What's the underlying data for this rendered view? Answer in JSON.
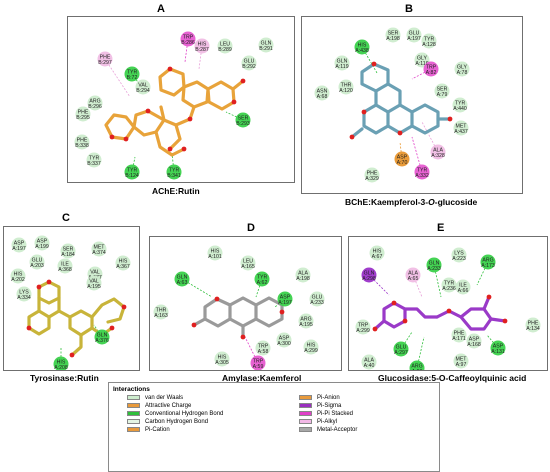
{
  "panels": [
    {
      "letter": "A",
      "caption": "AChE:Rutin"
    },
    {
      "letter": "B",
      "caption_main": "BChE:Kaempferol-3-",
      "caption_italic": "O",
      "caption_tail": "-glucoside"
    },
    {
      "letter": "C",
      "caption": "Tyrosinase:Rutin"
    },
    {
      "letter": "D",
      "caption": "Amylase:Kaemferol"
    },
    {
      "letter": "E",
      "caption": "Glucosidase:5-O-Caffeoylquinic acid"
    }
  ],
  "residues": {
    "A": [
      {
        "name": "TRP",
        "num": "B:286",
        "type": "pipi"
      },
      {
        "name": "HIS",
        "num": "B:287",
        "type": "pialkyl"
      },
      {
        "name": "LEU",
        "num": "B:289",
        "type": "vdw"
      },
      {
        "name": "GLN",
        "num": "B:291",
        "type": "vdw"
      },
      {
        "name": "GLU",
        "num": "B:292",
        "type": "vdw"
      },
      {
        "name": "PHE",
        "num": "B:297",
        "type": "pialkyl"
      },
      {
        "name": "TYR",
        "num": "B:72",
        "type": "hbond"
      },
      {
        "name": "VAL",
        "num": "B:294",
        "type": "vdw"
      },
      {
        "name": "ARG",
        "num": "B:296",
        "type": "vdw"
      },
      {
        "name": "PHE",
        "num": "B:295",
        "type": "vdw"
      },
      {
        "name": "SER",
        "num": "B:293",
        "type": "hbond"
      },
      {
        "name": "PHE",
        "num": "B:338",
        "type": "vdw"
      },
      {
        "name": "TYR",
        "num": "B:337",
        "type": "vdw"
      },
      {
        "name": "TYR",
        "num": "B:124",
        "type": "hbond"
      },
      {
        "name": "TYR",
        "num": "B:341",
        "type": "hbond"
      }
    ],
    "B": [
      {
        "name": "SER",
        "num": "A:198",
        "type": "vdw"
      },
      {
        "name": "GLU",
        "num": "A:197",
        "type": "vdw"
      },
      {
        "name": "TYR",
        "num": "A:128",
        "type": "vdw"
      },
      {
        "name": "HIS",
        "num": "A:438",
        "type": "hbond"
      },
      {
        "name": "GLY",
        "num": "A:116",
        "type": "vdw"
      },
      {
        "name": "TRP",
        "num": "A:82",
        "type": "pipi"
      },
      {
        "name": "GLY",
        "num": "A:78",
        "type": "vdw"
      },
      {
        "name": "GLN",
        "num": "A:119",
        "type": "vdw"
      },
      {
        "name": "THR",
        "num": "A:120",
        "type": "vdw"
      },
      {
        "name": "SER",
        "num": "A:79",
        "type": "vdw"
      },
      {
        "name": "ASN",
        "num": "A:68",
        "type": "vdw"
      },
      {
        "name": "TYR",
        "num": "A:440",
        "type": "vdw"
      },
      {
        "name": "MET",
        "num": "A:437",
        "type": "vdw"
      },
      {
        "name": "ALA",
        "num": "A:328",
        "type": "pialkyl"
      },
      {
        "name": "ASP",
        "num": "A:70",
        "type": "anion"
      },
      {
        "name": "TYR",
        "num": "A:332",
        "type": "pipi"
      },
      {
        "name": "PHE",
        "num": "A:329",
        "type": "vdw"
      }
    ],
    "C": [
      {
        "name": "ASP",
        "num": "A:197",
        "type": "vdw"
      },
      {
        "name": "ASP",
        "num": "A:199",
        "type": "vdw"
      },
      {
        "name": "SER",
        "num": "A:184",
        "type": "vdw"
      },
      {
        "name": "MET",
        "num": "A:374",
        "type": "vdw"
      },
      {
        "name": "GLU",
        "num": "A:203",
        "type": "vdw"
      },
      {
        "name": "ILE",
        "num": "A:368",
        "type": "vdw"
      },
      {
        "name": "HIS",
        "num": "A:367",
        "type": "vdw"
      },
      {
        "name": "HIS",
        "num": "A:202",
        "type": "vdw"
      },
      {
        "name": "VAL",
        "num": "A:377",
        "type": "vdw"
      },
      {
        "name": "VAL",
        "num": "A:195",
        "type": "vdw"
      },
      {
        "name": "LYS",
        "num": "A:334",
        "type": "vdw"
      },
      {
        "name": "GLN",
        "num": "A:376",
        "type": "hbond"
      },
      {
        "name": "HIS",
        "num": "A:208",
        "type": "hbond"
      }
    ],
    "D": [
      {
        "name": "HIS",
        "num": "A:101",
        "type": "vdw"
      },
      {
        "name": "LEU",
        "num": "A:165",
        "type": "vdw"
      },
      {
        "name": "GLN",
        "num": "A:63",
        "type": "hbond"
      },
      {
        "name": "TYR",
        "num": "A:62",
        "type": "hbond"
      },
      {
        "name": "ALA",
        "num": "A:198",
        "type": "vdw"
      },
      {
        "name": "ASP",
        "num": "A:197",
        "type": "hbond"
      },
      {
        "name": "GLU",
        "num": "A:233",
        "type": "vdw"
      },
      {
        "name": "THR",
        "num": "A:163",
        "type": "vdw"
      },
      {
        "name": "ARG",
        "num": "A:195",
        "type": "vdw"
      },
      {
        "name": "ASP",
        "num": "A:300",
        "type": "vdw"
      },
      {
        "name": "TRP",
        "num": "A:58",
        "type": "vdw"
      },
      {
        "name": "HIS",
        "num": "A:299",
        "type": "vdw"
      },
      {
        "name": "TRP",
        "num": "A:59",
        "type": "pipi"
      },
      {
        "name": "HIS",
        "num": "A:305",
        "type": "vdw"
      }
    ],
    "E": [
      {
        "name": "HIS",
        "num": "A:67",
        "type": "vdw"
      },
      {
        "name": "LYS",
        "num": "A:223",
        "type": "vdw"
      },
      {
        "name": "GLN",
        "num": "A:233",
        "type": "hbond"
      },
      {
        "name": "ARG",
        "num": "A:173",
        "type": "hbond"
      },
      {
        "name": "ALA",
        "num": "A:65",
        "type": "pialkyl"
      },
      {
        "name": "TYR",
        "num": "A:236",
        "type": "vdw"
      },
      {
        "name": "ILE",
        "num": "A:66",
        "type": "vdw"
      },
      {
        "name": "GLN",
        "num": "A:298",
        "type": "pisigma"
      },
      {
        "name": "TRP",
        "num": "A:299",
        "type": "vdw"
      },
      {
        "name": "PHE",
        "num": "A:134",
        "type": "vdw"
      },
      {
        "name": "ASP",
        "num": "A:168",
        "type": "vdw"
      },
      {
        "name": "PHE",
        "num": "A:171",
        "type": "vdw"
      },
      {
        "name": "GLU",
        "num": "A:297",
        "type": "hbond"
      },
      {
        "name": "ARG",
        "num": "A:68",
        "type": "hbond"
      },
      {
        "name": "ASP",
        "num": "A:131",
        "type": "hbond"
      },
      {
        "name": "MET",
        "num": "A:97",
        "type": "vdw"
      },
      {
        "name": "ALA",
        "num": "A:40",
        "type": "vdw"
      }
    ]
  },
  "legend": {
    "title": "Interactions",
    "items": [
      {
        "label": "van der Waals",
        "color": "#cdeccd"
      },
      {
        "label": "Attractive Charge",
        "color": "#e89a3c"
      },
      {
        "label": "Conventional Hydrogen Bond",
        "color": "#2fbf3b"
      },
      {
        "label": "Carbon Hydrogen Bond",
        "color": "#e4f5e4"
      },
      {
        "label": "Pi-Cation",
        "color": "#e89a3c"
      },
      {
        "label": "Pi-Anion",
        "color": "#e89a3c"
      },
      {
        "label": "Pi-Sigma",
        "color": "#9a2fbf"
      },
      {
        "label": "Pi-Pi Stacked",
        "color": "#e040c8"
      },
      {
        "label": "Pi-Alkyl",
        "color": "#f2b8e6"
      },
      {
        "label": "Metal-Acceptor",
        "color": "#a8a8a8"
      }
    ]
  },
  "colors": {
    "vdw": "#cdeccd",
    "hbond": "#3ad14a",
    "pipi": "#e65ad0",
    "pialkyl": "#f0bde4",
    "pisigma": "#9a32c8",
    "anion": "#e8962e",
    "ligand_A": "#e8a33a",
    "ligand_B": "#6aa0b4",
    "ligand_C": "#c8b43a",
    "ligand_D": "#9a9a9a",
    "ligand_E": "#9a3ac8",
    "oxygen": "#e02020"
  }
}
